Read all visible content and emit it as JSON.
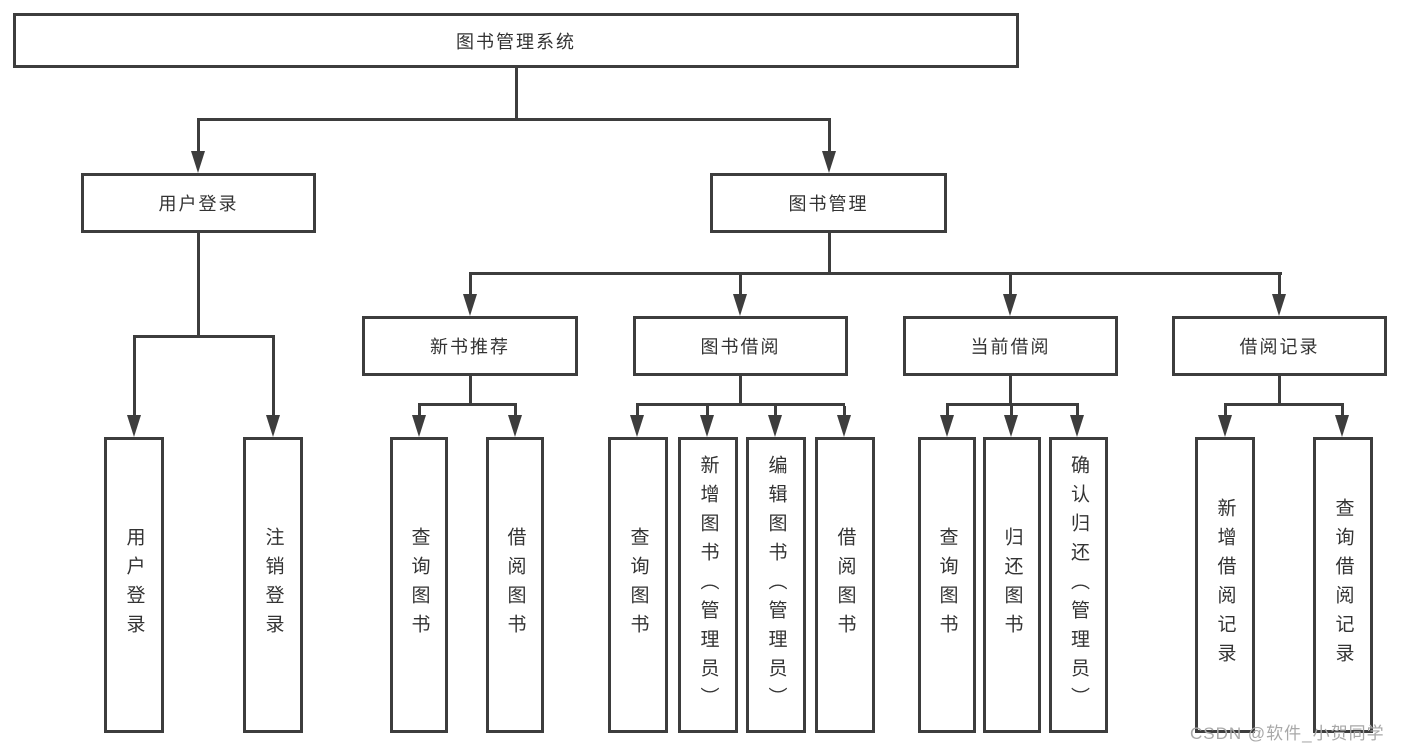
{
  "colors": {
    "line": "#3d3d3d",
    "text": "#333333",
    "watermark": "#a8a8a8",
    "background": "#ffffff"
  },
  "watermark": {
    "text": "CSDN @软件_小贺同学"
  },
  "tree": {
    "label": "图书管理系统",
    "children": [
      {
        "label": "用户登录",
        "children": [
          {
            "label": "用户登录"
          },
          {
            "label": "注销登录"
          }
        ]
      },
      {
        "label": "图书管理",
        "children": [
          {
            "label": "新书推荐",
            "children": [
              {
                "label": "查询图书"
              },
              {
                "label": "借阅图书"
              }
            ]
          },
          {
            "label": "图书借阅",
            "children": [
              {
                "label": "查询图书"
              },
              {
                "label": "新增图书（管理员）"
              },
              {
                "label": "编辑图书（管理员）"
              },
              {
                "label": "借阅图书"
              }
            ]
          },
          {
            "label": "当前借阅",
            "children": [
              {
                "label": "查询图书"
              },
              {
                "label": "归还图书"
              },
              {
                "label": "确认归还（管理员）"
              }
            ]
          },
          {
            "label": "借阅记录",
            "children": [
              {
                "label": "新增借阅记录"
              },
              {
                "label": "查询借阅记录"
              }
            ]
          }
        ]
      }
    ]
  }
}
